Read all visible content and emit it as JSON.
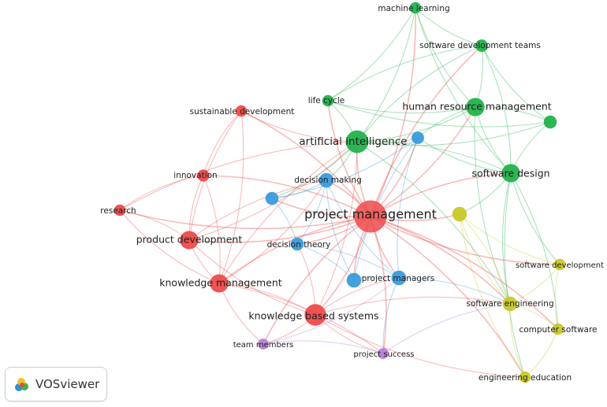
{
  "app": {
    "logo_text": "VOSviewer"
  },
  "colors": {
    "red": "#ee4b4b",
    "green": "#22b24c",
    "blue": "#3a9bdc",
    "yellow": "#c8c82a",
    "purple": "#b77fd6"
  },
  "nodes": [
    {
      "id": "pm",
      "label": "project management",
      "cluster": "red",
      "weight": 5
    },
    {
      "id": "kbs",
      "label": "knowledge based systems",
      "cluster": "red",
      "weight": 3
    },
    {
      "id": "km",
      "label": "knowledge management",
      "cluster": "red",
      "weight": 2.4
    },
    {
      "id": "pd",
      "label": "product development",
      "cluster": "red",
      "weight": 2.4
    },
    {
      "id": "inn",
      "label": "innovation",
      "cluster": "red",
      "weight": 1.2
    },
    {
      "id": "res",
      "label": "research",
      "cluster": "red",
      "weight": 1.1
    },
    {
      "id": "sd",
      "label": "sustainable development",
      "cluster": "red",
      "weight": 1.1
    },
    {
      "id": "ai",
      "label": "artificial intelligence",
      "cluster": "green",
      "weight": 3.2
    },
    {
      "id": "hrm",
      "label": "human resource management",
      "cluster": "green",
      "weight": 2.4
    },
    {
      "id": "sdes",
      "label": "software design",
      "cluster": "green",
      "weight": 2.4
    },
    {
      "id": "ml",
      "label": "machine learning",
      "cluster": "green",
      "weight": 1.1
    },
    {
      "id": "sdt",
      "label": "software development teams",
      "cluster": "green",
      "weight": 1.3
    },
    {
      "id": "lc",
      "label": "life cycle",
      "cluster": "green",
      "weight": 1.1
    },
    {
      "id": "g1",
      "label": "",
      "cluster": "green",
      "weight": 1.4
    },
    {
      "id": "dm",
      "label": "decision making",
      "cluster": "blue",
      "weight": 1.7
    },
    {
      "id": "dt",
      "label": "decision theory",
      "cluster": "blue",
      "weight": 1.4
    },
    {
      "id": "pmgr",
      "label": "project managers",
      "cluster": "blue",
      "weight": 1.7
    },
    {
      "id": "b1",
      "label": "",
      "cluster": "blue",
      "weight": 1.3
    },
    {
      "id": "b2",
      "label": "",
      "cluster": "blue",
      "weight": 1.4
    },
    {
      "id": "b3",
      "label": "",
      "cluster": "blue",
      "weight": 1.7
    },
    {
      "id": "se",
      "label": "software engineering",
      "cluster": "yellow",
      "weight": 1.7
    },
    {
      "id": "sdev",
      "label": "software development",
      "cluster": "yellow",
      "weight": 1.1
    },
    {
      "id": "cs",
      "label": "computer software",
      "cluster": "yellow",
      "weight": 1.1
    },
    {
      "id": "ee",
      "label": "engineering education",
      "cluster": "yellow",
      "weight": 1.1
    },
    {
      "id": "y1",
      "label": "",
      "cluster": "yellow",
      "weight": 1.7
    },
    {
      "id": "tm",
      "label": "team members",
      "cluster": "purple",
      "weight": 1.0
    },
    {
      "id": "ps",
      "label": "project success",
      "cluster": "purple",
      "weight": 1.0
    }
  ],
  "edges": [
    [
      "pm",
      "kbs"
    ],
    [
      "pm",
      "km"
    ],
    [
      "pm",
      "pd"
    ],
    [
      "pm",
      "inn"
    ],
    [
      "pm",
      "res"
    ],
    [
      "pm",
      "sd"
    ],
    [
      "pm",
      "ai"
    ],
    [
      "pm",
      "hrm"
    ],
    [
      "pm",
      "sdes"
    ],
    [
      "pm",
      "dm"
    ],
    [
      "pm",
      "dt"
    ],
    [
      "pm",
      "pmgr"
    ],
    [
      "pm",
      "se"
    ],
    [
      "pm",
      "y1"
    ],
    [
      "pm",
      "ps"
    ],
    [
      "pm",
      "tm"
    ],
    [
      "pm",
      "lc"
    ],
    [
      "pm",
      "ml"
    ],
    [
      "pm",
      "sdt"
    ],
    [
      "pm",
      "b1"
    ],
    [
      "pm",
      "b2"
    ],
    [
      "pm",
      "b3"
    ],
    [
      "pm",
      "cs"
    ],
    [
      "pm",
      "sdev"
    ],
    [
      "pm",
      "ee"
    ],
    [
      "kbs",
      "km"
    ],
    [
      "kbs",
      "pd"
    ],
    [
      "kbs",
      "ai"
    ],
    [
      "kbs",
      "tm"
    ],
    [
      "kbs",
      "ps"
    ],
    [
      "kbs",
      "pmgr"
    ],
    [
      "kbs",
      "dt"
    ],
    [
      "kbs",
      "se"
    ],
    [
      "kbs",
      "ee"
    ],
    [
      "km",
      "pd"
    ],
    [
      "km",
      "inn"
    ],
    [
      "km",
      "ai"
    ],
    [
      "km",
      "sd"
    ],
    [
      "km",
      "res"
    ],
    [
      "km",
      "dm"
    ],
    [
      "pd",
      "inn"
    ],
    [
      "pd",
      "res"
    ],
    [
      "pd",
      "sd"
    ],
    [
      "pd",
      "ai"
    ],
    [
      "pd",
      "dm"
    ],
    [
      "inn",
      "res"
    ],
    [
      "inn",
      "sd"
    ],
    [
      "sd",
      "ai"
    ],
    [
      "res",
      "ai"
    ],
    [
      "ai",
      "hrm"
    ],
    [
      "ai",
      "sdes"
    ],
    [
      "ai",
      "ml"
    ],
    [
      "ai",
      "sdt"
    ],
    [
      "ai",
      "lc"
    ],
    [
      "ai",
      "dm"
    ],
    [
      "ai",
      "b1"
    ],
    [
      "ai",
      "b2"
    ],
    [
      "ai",
      "g1"
    ],
    [
      "ai",
      "se"
    ],
    [
      "hrm",
      "sdes"
    ],
    [
      "hrm",
      "ml"
    ],
    [
      "hrm",
      "sdt"
    ],
    [
      "hrm",
      "g1"
    ],
    [
      "hrm",
      "b1"
    ],
    [
      "hrm",
      "lc"
    ],
    [
      "hrm",
      "se"
    ],
    [
      "sdes",
      "ml"
    ],
    [
      "sdes",
      "sdt"
    ],
    [
      "sdes",
      "g1"
    ],
    [
      "sdes",
      "se"
    ],
    [
      "sdes",
      "y1"
    ],
    [
      "sdes",
      "sdev"
    ],
    [
      "sdes",
      "cs"
    ],
    [
      "sdes",
      "ee"
    ],
    [
      "sdes",
      "b1"
    ],
    [
      "ml",
      "sdt"
    ],
    [
      "ml",
      "lc"
    ],
    [
      "sdt",
      "g1"
    ],
    [
      "lc",
      "sdt"
    ],
    [
      "lc",
      "g1"
    ],
    [
      "dm",
      "dt"
    ],
    [
      "dm",
      "pmgr"
    ],
    [
      "dm",
      "b2"
    ],
    [
      "dm",
      "b3"
    ],
    [
      "dt",
      "pmgr"
    ],
    [
      "dt",
      "b2"
    ],
    [
      "dt",
      "b3"
    ],
    [
      "pmgr",
      "b3"
    ],
    [
      "pmgr",
      "b1"
    ],
    [
      "pmgr",
      "ps"
    ],
    [
      "pmgr",
      "se"
    ],
    [
      "b2",
      "b1"
    ],
    [
      "b3",
      "b1"
    ],
    [
      "se",
      "sdev"
    ],
    [
      "se",
      "cs"
    ],
    [
      "se",
      "ee"
    ],
    [
      "se",
      "y1"
    ],
    [
      "sdev",
      "cs"
    ],
    [
      "cs",
      "ee"
    ],
    [
      "y1",
      "sdev"
    ],
    [
      "y1",
      "se"
    ],
    [
      "y1",
      "ee"
    ],
    [
      "tm",
      "ps"
    ],
    [
      "tm",
      "pmgr"
    ],
    [
      "ps",
      "se"
    ],
    [
      "km",
      "tm"
    ],
    [
      "km",
      "ps"
    ]
  ]
}
